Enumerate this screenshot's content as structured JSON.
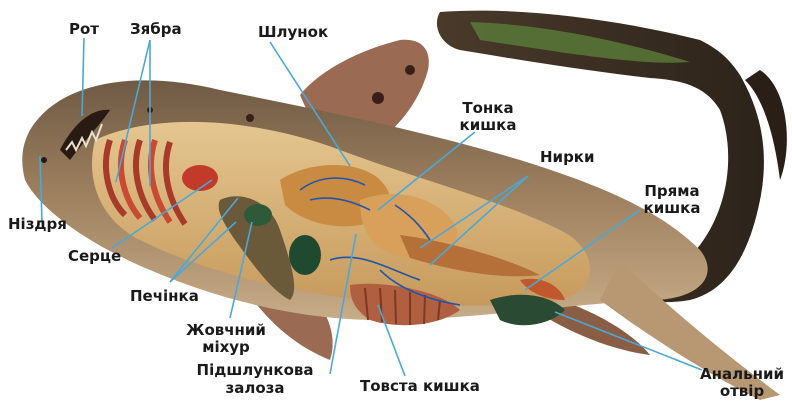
{
  "labels": {
    "mouth": "Рот",
    "gills": "Зябра",
    "stomach": "Шлунок",
    "small_intestine_1": "Тонка",
    "small_intestine_2": "кишка",
    "kidneys": "Нирки",
    "rectum_1": "Пряма",
    "rectum_2": "кишка",
    "nostril": "Ніздря",
    "heart": "Серце",
    "liver": "Печінка",
    "gallbladder_1": "Жовчний",
    "gallbladder_2": "міхур",
    "pancreas_1": "Підшлункова",
    "pancreas_2": "залоза",
    "large_intestine": "Товста кишка",
    "anus_1": "Анальний",
    "anus_2": "отвір"
  },
  "colors": {
    "pointer_line": "#4aa8d8",
    "skin": "#8a6a4a",
    "fin": "#9a6a52",
    "cavity": "#d6b278",
    "gill_red": "#c23a2a",
    "liver_green": "#2f5a3a",
    "intestine": "#b5703a",
    "vessel_blue": "#2255aa"
  }
}
